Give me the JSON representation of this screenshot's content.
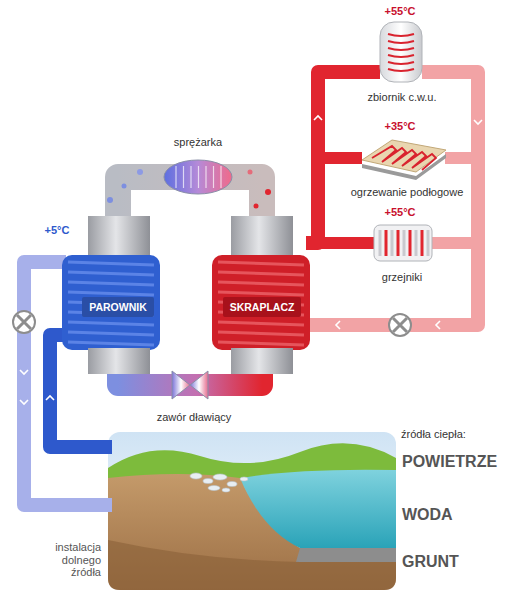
{
  "diagram": {
    "nodes": [
      {
        "text": [
          "PAROWNIK"
        ]
      },
      {
        "text": [
          "SKRAPLACZ"
        ]
      }
    ],
    "edges": [
      {
        "from": 0,
        "to": 1,
        "arrow": "none"
      },
      {
        "from": 1,
        "to": 0,
        "arrow": "none"
      }
    ],
    "labels": [
      "+55°C",
      "zbiornik c.w.u.",
      "sprężarka",
      "+35°C",
      "ogrzewanie podłogowe",
      "+5°C",
      "+55°C",
      "grzejniki",
      "zawór dławiący",
      "źródła ciepła:",
      "POWIETRZE",
      "WODA",
      "instalacja dolnego źródła",
      "GRUNT"
    ]
  }
}
